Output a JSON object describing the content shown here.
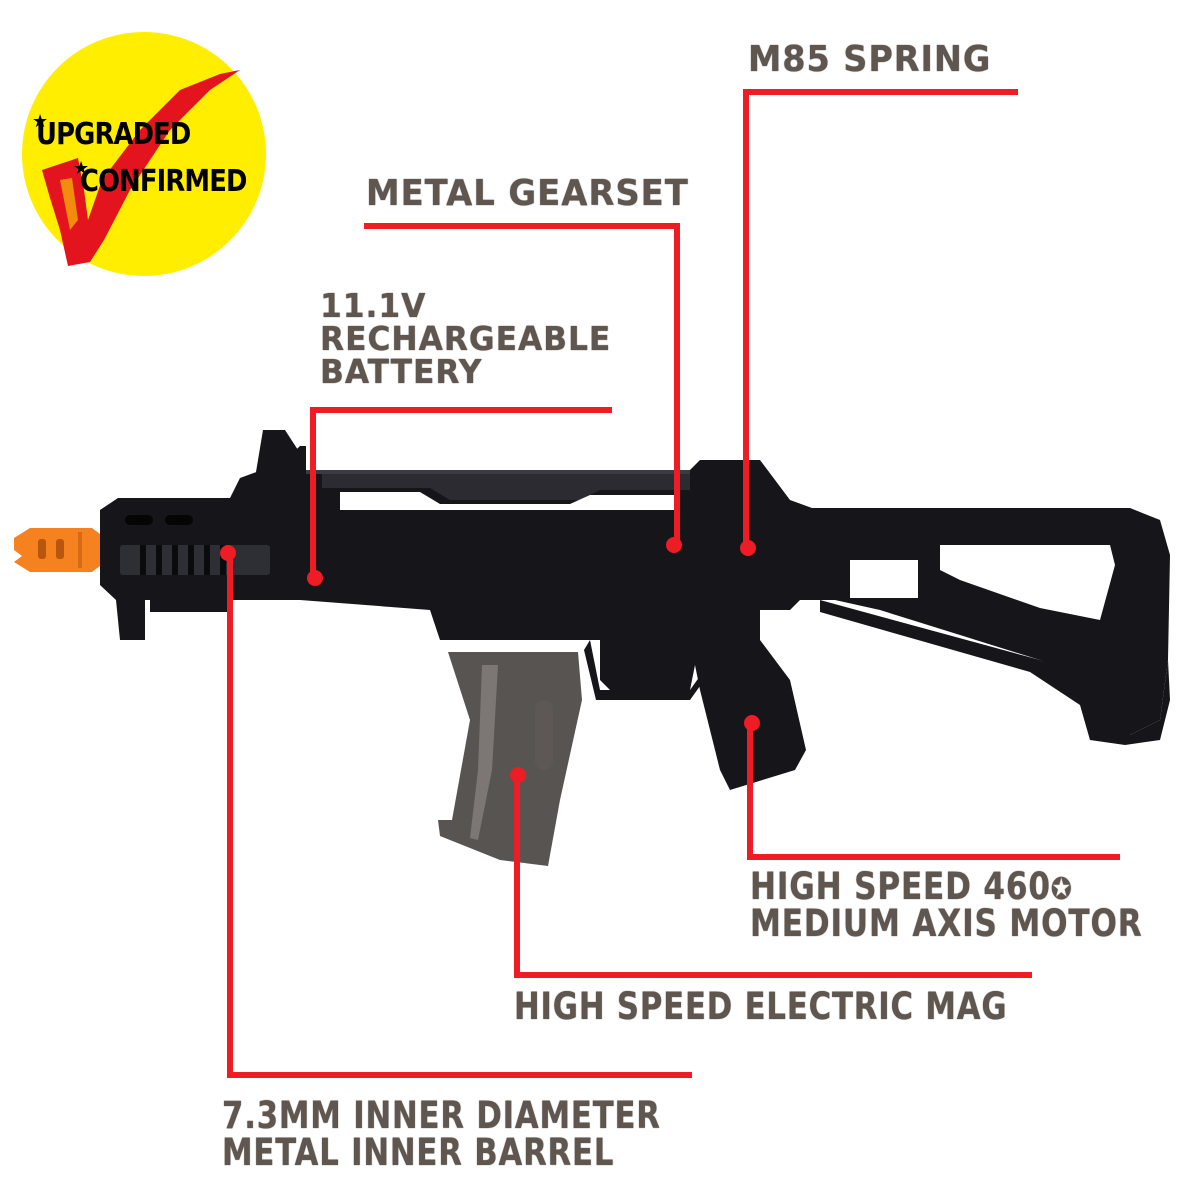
{
  "badge": {
    "line1": "UPGRADED",
    "line2": "CONFIRMED",
    "star_icon": "★",
    "circle_color": "#ffee00",
    "check_color": "#e3141e"
  },
  "product": {
    "description": "Black compact airsoft rifle with orange flash hider, transparent smoke magazine and folding skeleton stock",
    "tip_color": "#f5821f",
    "body_color": "#16161a"
  },
  "callouts": [
    {
      "id": "spring",
      "lines": [
        "M85 SPRING"
      ]
    },
    {
      "id": "gearset",
      "lines": [
        "METAL GEARSET"
      ]
    },
    {
      "id": "battery",
      "lines": [
        "11.1V",
        "RECHARGEABLE",
        "BATTERY"
      ]
    },
    {
      "id": "motor",
      "lines": [
        "HIGH SPEED 460",
        "MEDIUM AXIS MOTOR"
      ],
      "star_icon": "✪"
    },
    {
      "id": "mag",
      "lines": [
        "HIGH SPEED ELECTRIC MAG"
      ]
    },
    {
      "id": "barrel",
      "lines": [
        "7.3MM INNER DIAMETER",
        "METAL INNER BARREL"
      ]
    }
  ],
  "colors": {
    "leader_line": "#ee1c24",
    "label_text": "#5f5650",
    "background": "#ffffff"
  }
}
